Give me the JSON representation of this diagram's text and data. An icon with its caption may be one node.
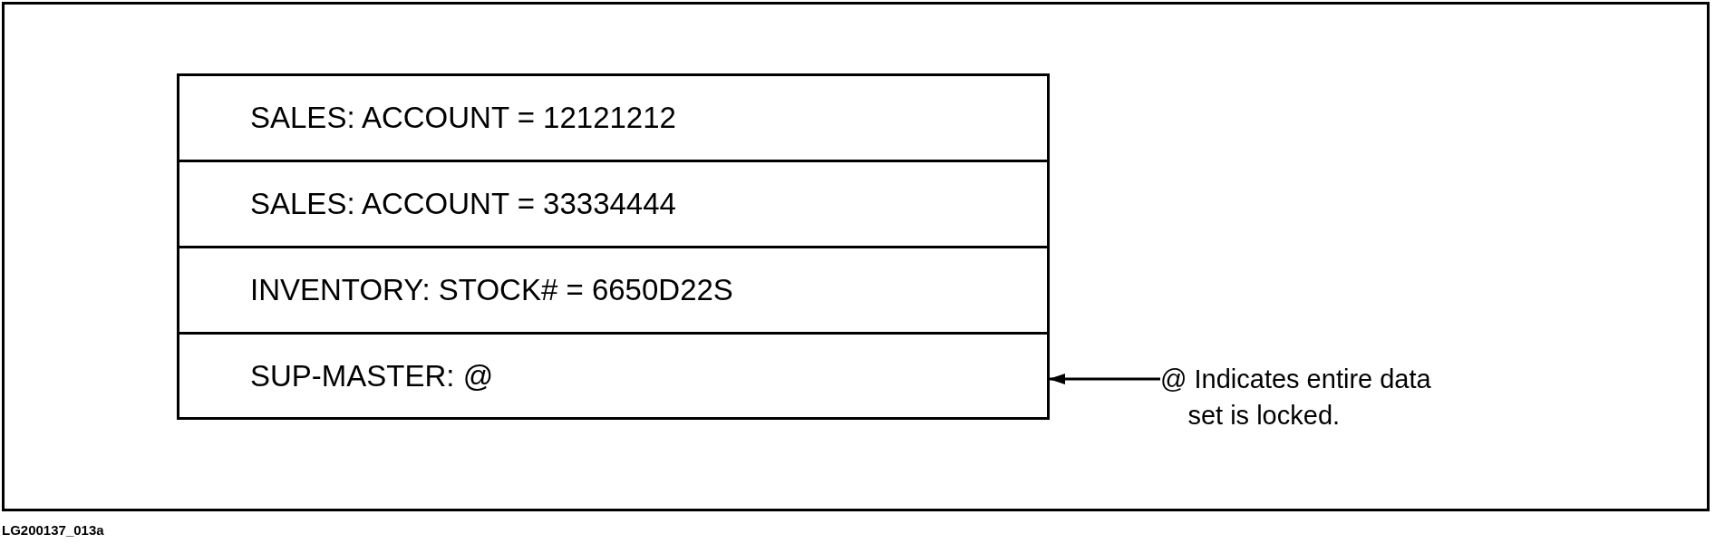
{
  "diagram": {
    "caption": "LG200137_013a",
    "nodes": [
      {
        "text": [
          "SALES: ACCOUNT = 12121212"
        ]
      },
      {
        "text": [
          "SALES: ACCOUNT = 33334444"
        ]
      },
      {
        "text": [
          "INVENTORY: STOCK# = 6650D22S"
        ]
      },
      {
        "text": [
          "SUP-MASTER: @"
        ]
      },
      {
        "text": [
          "@ Indicates entire data set is locked."
        ]
      }
    ],
    "edges": [
      {
        "from": 4,
        "to": 3,
        "arrow": "to"
      }
    ]
  }
}
